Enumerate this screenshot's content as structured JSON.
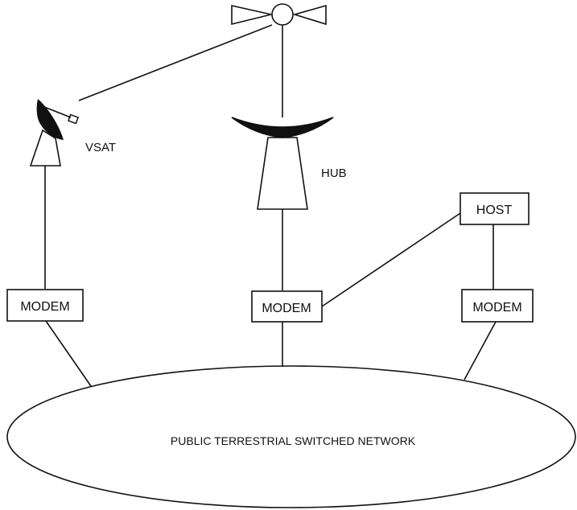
{
  "diagram": {
    "labels": {
      "vsat": "VSAT",
      "hub": "HUB",
      "host": "HOST",
      "modem_left": "MODEM",
      "modem_center": "MODEM",
      "modem_right": "MODEM",
      "network": "PUBLIC TERRESTRIAL SWITCHED NETWORK"
    }
  }
}
